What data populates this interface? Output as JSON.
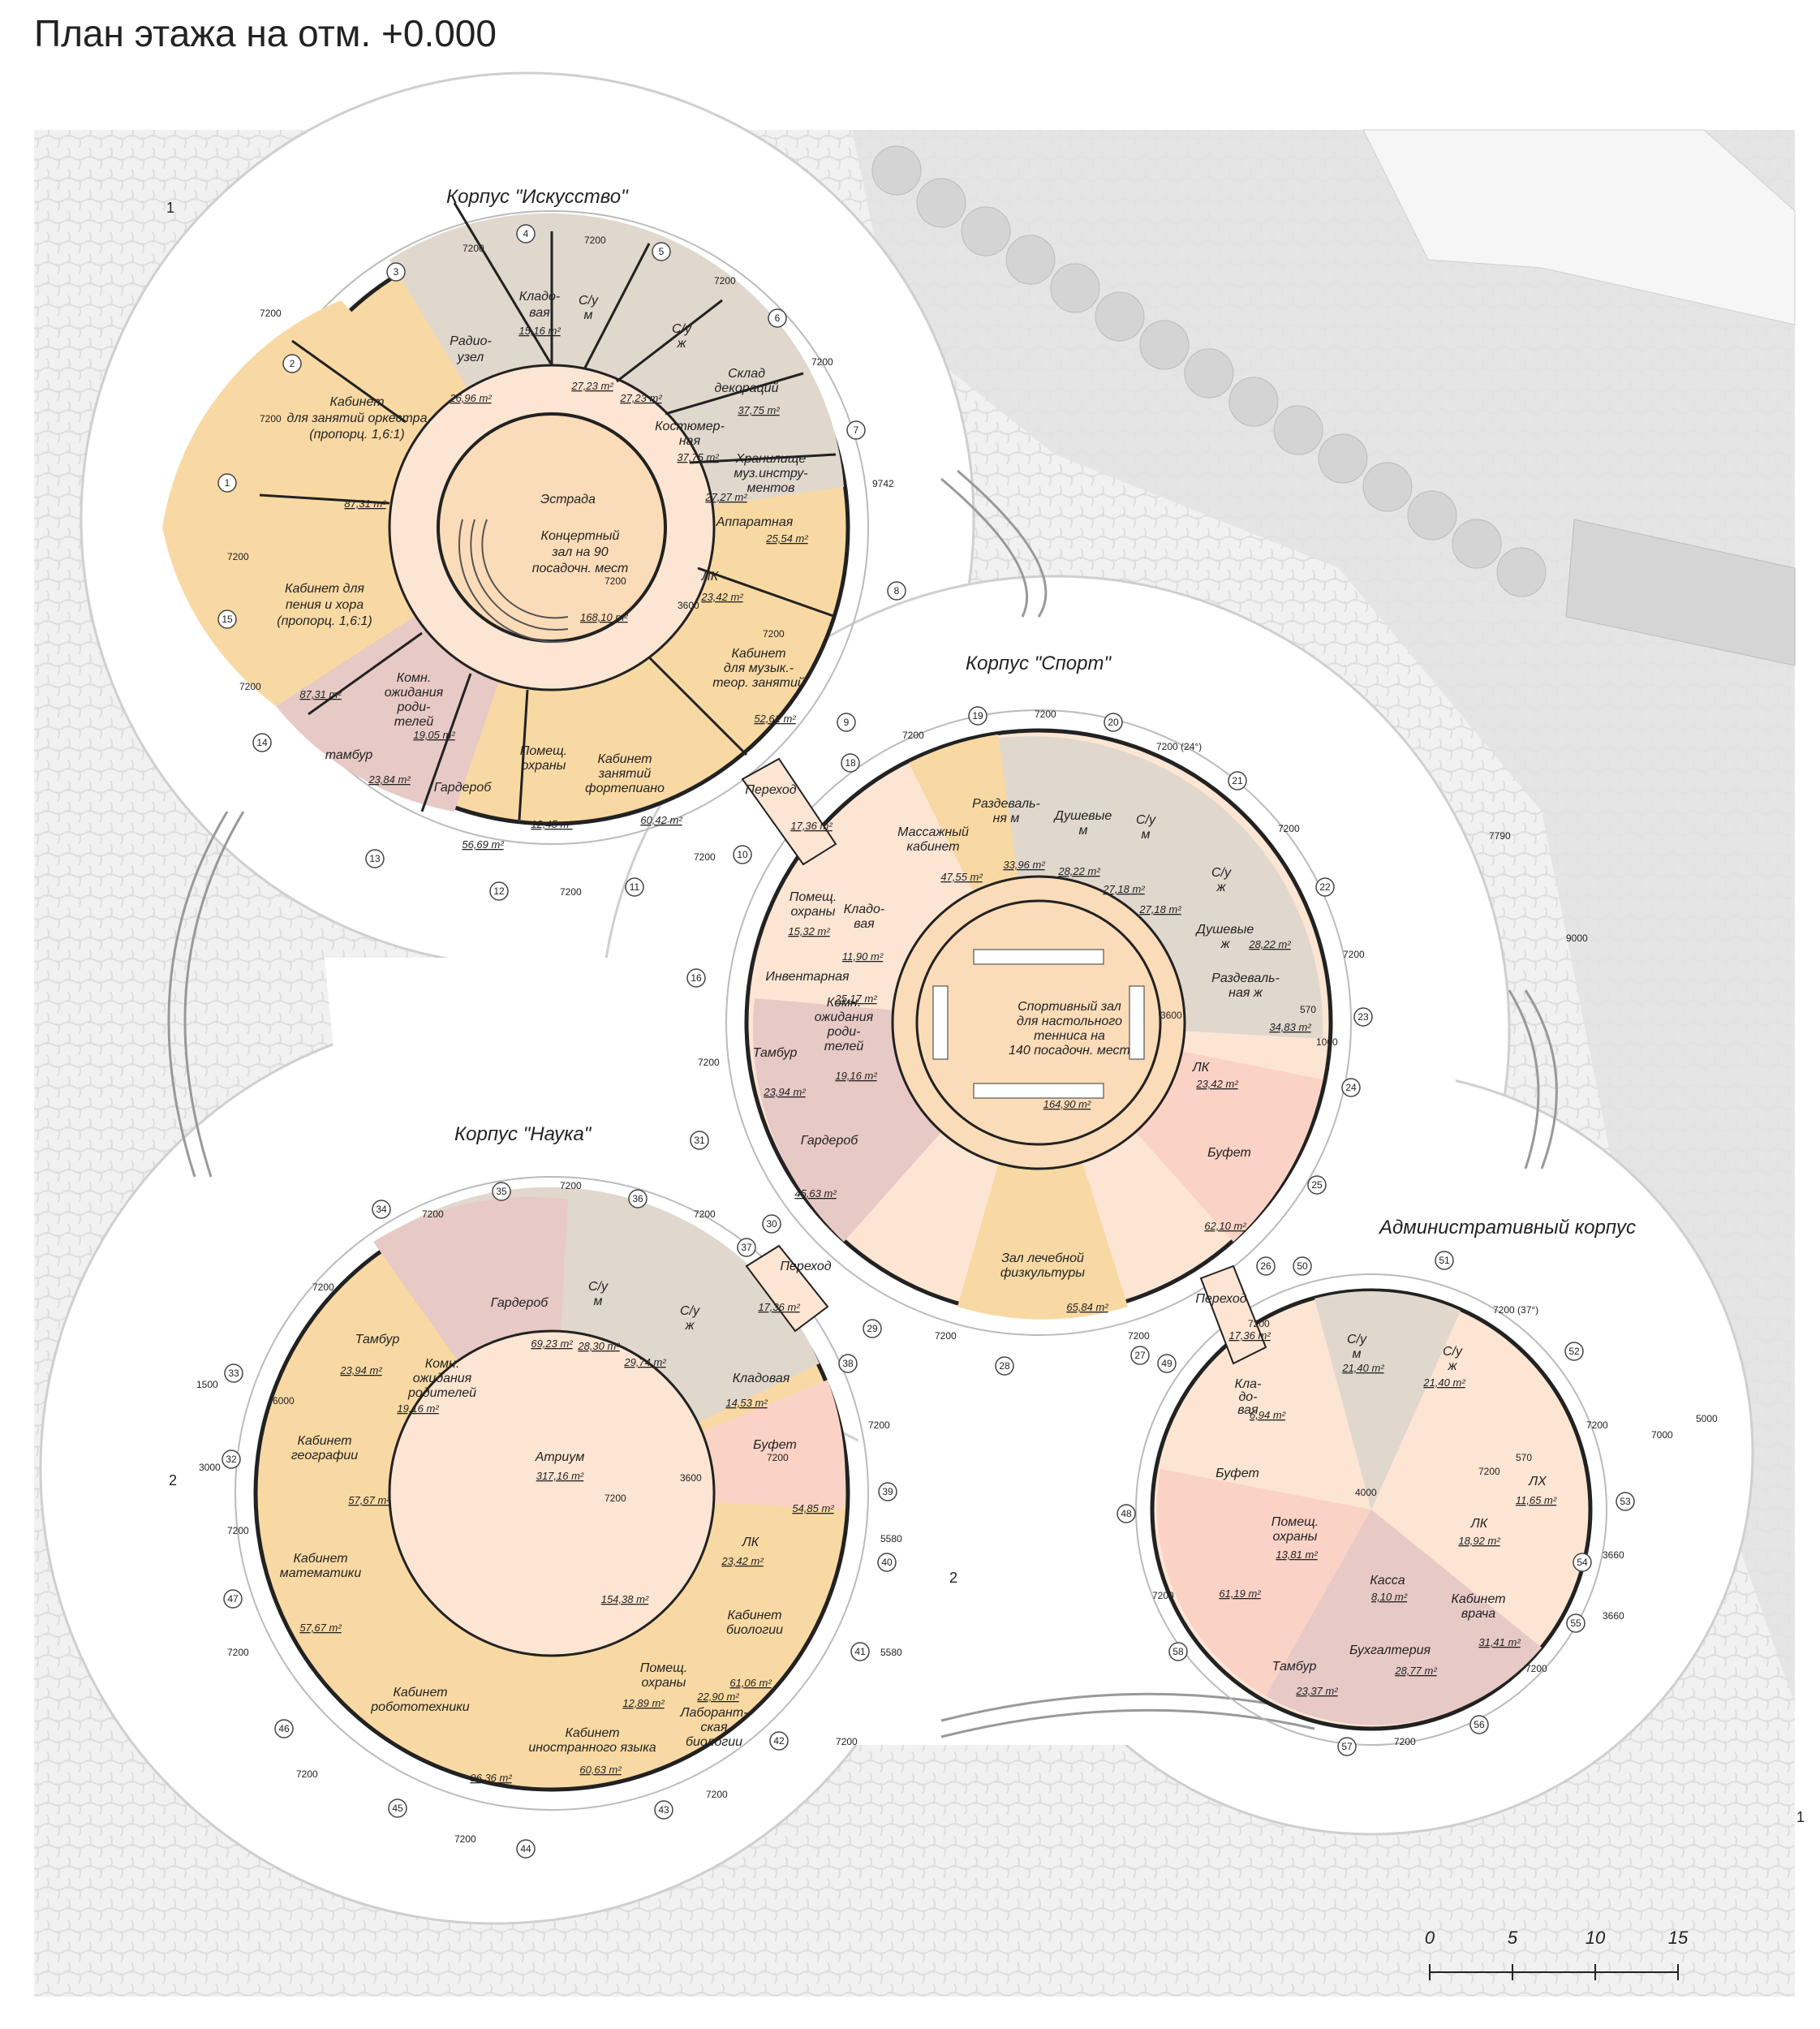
{
  "title": "План этажа на отм. +0.000",
  "colors": {
    "orange": "#f9d9a3",
    "pink": "#e7c9c6",
    "grey": "#e0d7cd",
    "corridor": "#fde5d3",
    "core": "#fbdcb8",
    "buffet": "#fbd2c6",
    "pavement": "#ececec",
    "wall": "#222222"
  },
  "buildings": [
    {
      "id": "art",
      "name": "Корпус \"Искусство\"",
      "core_text": [
        "Концертный",
        "зал на 90",
        "посадочн. мест"
      ],
      "core_area": "168,10 m²",
      "stage_label": "Эстрада",
      "rooms": [
        {
          "label": [
            "Радио-",
            "узел"
          ],
          "area": "26,96 m²"
        },
        {
          "label": [
            "Кладо-",
            "вая"
          ],
          "area": "15,16 m²"
        },
        {
          "label": [
            "С/у",
            "м"
          ],
          "area": "27,23 m²"
        },
        {
          "label": [
            "С/у",
            "ж"
          ],
          "area": "27,23 m²"
        },
        {
          "label": [
            "Склад",
            "декораций"
          ],
          "area": "37,75 m²"
        },
        {
          "label": [
            "Костюмер-",
            "ная"
          ],
          "area": "37,75 m²"
        },
        {
          "label": [
            "Хранилище",
            "муз.инстру-",
            "ментов"
          ],
          "area": "27,27 m²"
        },
        {
          "label": [
            "Аппаратная"
          ],
          "area": "25,54 m²"
        },
        {
          "label": [
            "ЛК"
          ],
          "area": "23,42 m²"
        },
        {
          "label": [
            "Кабинет",
            "для музык.-",
            "теор. занятий"
          ],
          "area": "52,61 m²"
        },
        {
          "label": [
            "Кабинет",
            "занятий",
            "фортепиано"
          ],
          "area": "60,42 m²"
        },
        {
          "label": [
            "Помещ.",
            "охраны"
          ],
          "area": "12,45 m²"
        },
        {
          "label": [
            "Гардероб"
          ],
          "area": "56,69 m²"
        },
        {
          "label": [
            "тамбур"
          ],
          "area": "23,84 m²"
        },
        {
          "label": [
            "Комн.",
            "ожидания",
            "роди-",
            "телей"
          ],
          "area": "19,05 m²"
        },
        {
          "label": [
            "Кабинет для",
            "пения и хора",
            "(пропорц. 1,6:1)"
          ],
          "area": "87,31 m²"
        },
        {
          "label": [
            "Кабинет",
            "для занятий оркестра",
            "(пропорц. 1,6:1)"
          ],
          "area": "87,31 m²"
        }
      ]
    },
    {
      "id": "sport",
      "name": "Корпус \"Спорт\"",
      "core_text": [
        "Спортивный зал",
        "для настольного",
        "тенниса на",
        "140 посадочн. мест"
      ],
      "core_area": "164,90 m²",
      "rooms": [
        {
          "label": [
            "Массажный",
            "кабинет"
          ],
          "area": "47,55 m²"
        },
        {
          "label": [
            "Раздеваль-",
            "ня м"
          ],
          "area": "33,96 m²"
        },
        {
          "label": [
            "Душевые",
            "м"
          ],
          "area": "28,22 m²"
        },
        {
          "label": [
            "С/у",
            "м"
          ],
          "area": "27,18 m²"
        },
        {
          "label": [
            "С/у",
            "ж"
          ],
          "area": "27,18 m²"
        },
        {
          "label": [
            "Душевые",
            "ж"
          ],
          "area": "28,22 m²"
        },
        {
          "label": [
            "Раздеваль-",
            "ная ж"
          ],
          "area": "34,83 m²"
        },
        {
          "label": [
            "ЛК"
          ],
          "area": "23,42 m²"
        },
        {
          "label": [
            "Буфет"
          ],
          "area": "62,10 m²"
        },
        {
          "label": [
            "Зал лечебной",
            "физкультуры"
          ],
          "area": "65,84 m²"
        },
        {
          "label": [
            "Гардероб"
          ],
          "area": "45,63 m²"
        },
        {
          "label": [
            "Тамбур"
          ],
          "area": "23,94 m²"
        },
        {
          "label": [
            "Комн.",
            "ожидания",
            "роди-",
            "телей"
          ],
          "area": "19,16 m²"
        },
        {
          "label": [
            "Инвентарная"
          ],
          "area": "25,17 m²"
        },
        {
          "label": [
            "Помещ.",
            "охраны"
          ],
          "area": "15,32 m²"
        },
        {
          "label": [
            "Кладо-",
            "вая"
          ],
          "area": "11,90 m²"
        }
      ]
    },
    {
      "id": "science",
      "name": "Корпус \"Наука\"",
      "core_text": [
        "Атриум"
      ],
      "core_area": "317,16 m²",
      "core_area_2": "154,38 m²",
      "rooms": [
        {
          "label": [
            "Гардероб"
          ],
          "area": "69,23 m²"
        },
        {
          "label": [
            "С/у",
            "м"
          ],
          "area": "28,30 m²"
        },
        {
          "label": [
            "С/у",
            "ж"
          ],
          "area": "29,74 m²"
        },
        {
          "label": [
            "Кладовая"
          ],
          "area": "14,53 m²"
        },
        {
          "label": [
            "Буфет"
          ],
          "area": "54,85 m²"
        },
        {
          "label": [
            "ЛК"
          ],
          "area": "23,42 m²"
        },
        {
          "label": [
            "Кабинет",
            "биологии"
          ],
          "area": "61,06 m²"
        },
        {
          "label": [
            "Лаборант-",
            "ская",
            "биологии"
          ],
          "area": "22,90 m²"
        },
        {
          "label": [
            "Помещ.",
            "охраны"
          ],
          "area": "12,89 m²"
        },
        {
          "label": [
            "Кабинет",
            "иностранного языка"
          ],
          "area": "60,63 m²"
        },
        {
          "label": [
            "Кабинет",
            "робототехники"
          ],
          "area": "96,36 m²"
        },
        {
          "label": [
            "Кабинет",
            "математики"
          ],
          "area": "57,67 m²"
        },
        {
          "label": [
            "Кабинет",
            "географии"
          ],
          "area": "57,67 m²"
        },
        {
          "label": [
            "Тамбур"
          ],
          "area": "23,94 m²"
        },
        {
          "label": [
            "Комн.",
            "ожидания",
            "родителей"
          ],
          "area": "19,16 m²"
        }
      ]
    },
    {
      "id": "admin",
      "name": "Административный корпус",
      "rooms": [
        {
          "label": [
            "С/у",
            "м"
          ],
          "area": "21,40 m²"
        },
        {
          "label": [
            "С/у",
            "ж"
          ],
          "area": "21,40 m²"
        },
        {
          "label": [
            "ЛХ"
          ],
          "area": "11,65 m²"
        },
        {
          "label": [
            "ЛК"
          ],
          "area": "18,92 m²"
        },
        {
          "label": [
            "Кабинет",
            "врача"
          ],
          "area": "31,41 m²"
        },
        {
          "label": [
            "Касса"
          ],
          "area": "8,10 m²"
        },
        {
          "label": [
            "Бухгалтерия"
          ],
          "area": "28,77 m²"
        },
        {
          "label": [
            "Тамбур"
          ],
          "area": "23,37 m²"
        },
        {
          "label": [
            "Буфет"
          ],
          "area": "61,19 m²"
        },
        {
          "label": [
            "Помещ.",
            "охраны"
          ],
          "area": "13,81 m²"
        },
        {
          "label": [
            "Кла-",
            "до-",
            "вая"
          ],
          "area": "6,94 m²"
        }
      ]
    }
  ],
  "passages": [
    {
      "label": "Переход",
      "area": "17,36 m²"
    },
    {
      "label": "Переход",
      "area": "17,36 m²"
    },
    {
      "label": "Переход",
      "area": "17,36 m²"
    }
  ],
  "dimensions": {
    "span": "7200",
    "span_24": "7200 (24°)",
    "span_37": "7200 (37°)",
    "d3600": "3600",
    "d4000": "4000",
    "d570": "570",
    "d1000": "1000",
    "d7790": "7790",
    "d9000": "9000",
    "d9742": "9742",
    "d7000": "7000",
    "d5000": "5000",
    "d5580": "5580",
    "d3660": "3660",
    "d1500": "1500",
    "d3000": "3000",
    "d6000": "6000"
  },
  "axes": [
    "1",
    "2",
    "3",
    "4",
    "5",
    "6",
    "7",
    "8",
    "9",
    "10",
    "11",
    "12",
    "13",
    "14",
    "15",
    "16",
    "18",
    "19",
    "20",
    "21",
    "22",
    "23",
    "24",
    "25",
    "26",
    "27",
    "28",
    "29",
    "30",
    "31",
    "32",
    "33",
    "34",
    "35",
    "36",
    "37",
    "38",
    "39",
    "40",
    "41",
    "42",
    "43",
    "44",
    "45",
    "46",
    "47",
    "48",
    "49",
    "50",
    "51",
    "52",
    "53",
    "54",
    "55",
    "56",
    "57",
    "58"
  ],
  "section_marks": [
    "1",
    "2",
    "2",
    "1"
  ],
  "scale_bar": {
    "ticks": [
      "0",
      "5",
      "10",
      "15"
    ]
  }
}
